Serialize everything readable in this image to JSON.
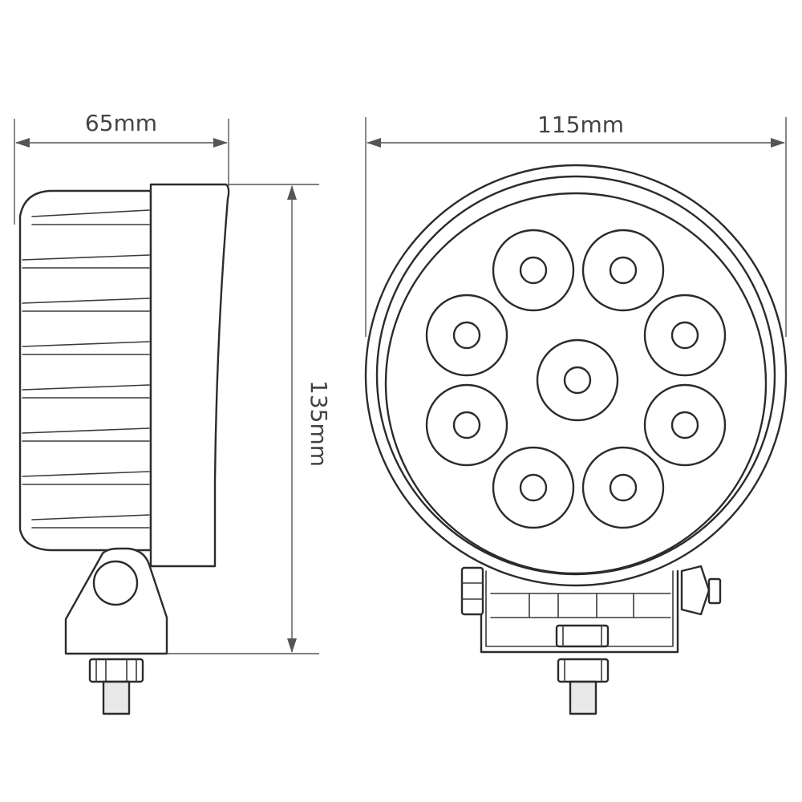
{
  "dimensions": {
    "side_width": "65mm",
    "front_width": "115mm",
    "height": "135mm"
  },
  "colors": {
    "line": "#2b2b2b",
    "dimension": "#555555",
    "background": "#ffffff"
  },
  "leds": {
    "count": 9,
    "arrangement": "ring-of-8-plus-center"
  }
}
